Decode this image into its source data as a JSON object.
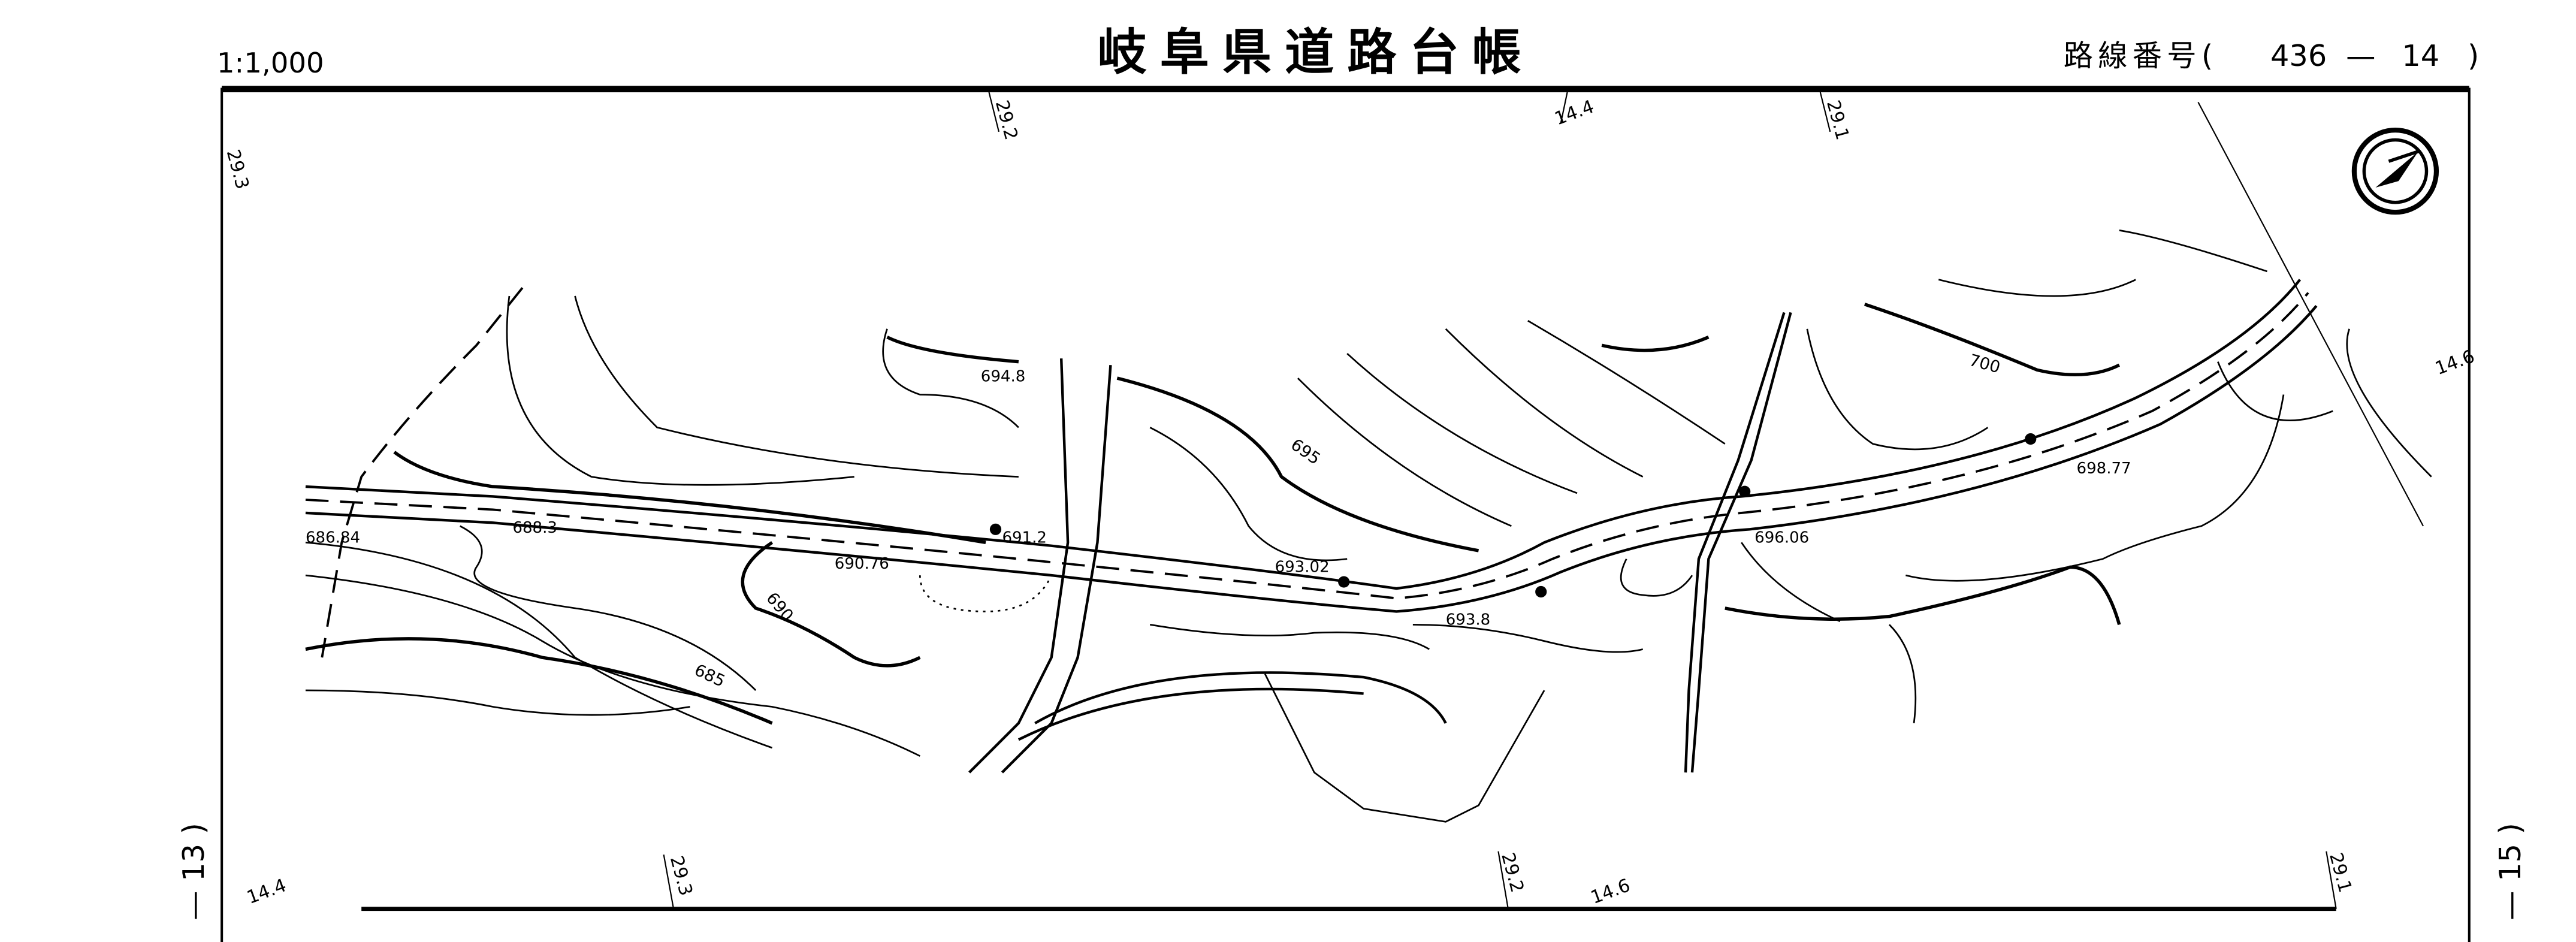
{
  "header": {
    "scale": "1:1,000",
    "title": "岐阜県道路台帳",
    "route_label": "路線番号(",
    "route_number": "436",
    "route_dash": "—",
    "route_sheet": "14",
    "route_close": ")"
  },
  "side": {
    "left_page": "— 13 )",
    "right_page": "— 15 )"
  },
  "grid_labels": {
    "top_29_3": "29.3",
    "top_29_2": "29.2",
    "top_14_4": "14.4",
    "top_29_1": "29.1",
    "right_14_6": "14.6",
    "bottom_14_4": "14.4",
    "bottom_29_3": "29.3",
    "bottom_29_2": "29.2",
    "bottom_14_6": "14.6",
    "bottom_29_1": "29.1"
  },
  "spot_heights": [
    "686.84",
    "688.3",
    "690.76",
    "691.2",
    "694.8",
    "693.02",
    "693.8",
    "696.06",
    "698.77"
  ],
  "contour_labels": [
    "685",
    "690",
    "695",
    "700"
  ],
  "north_arrow": "north-arrow-icon"
}
